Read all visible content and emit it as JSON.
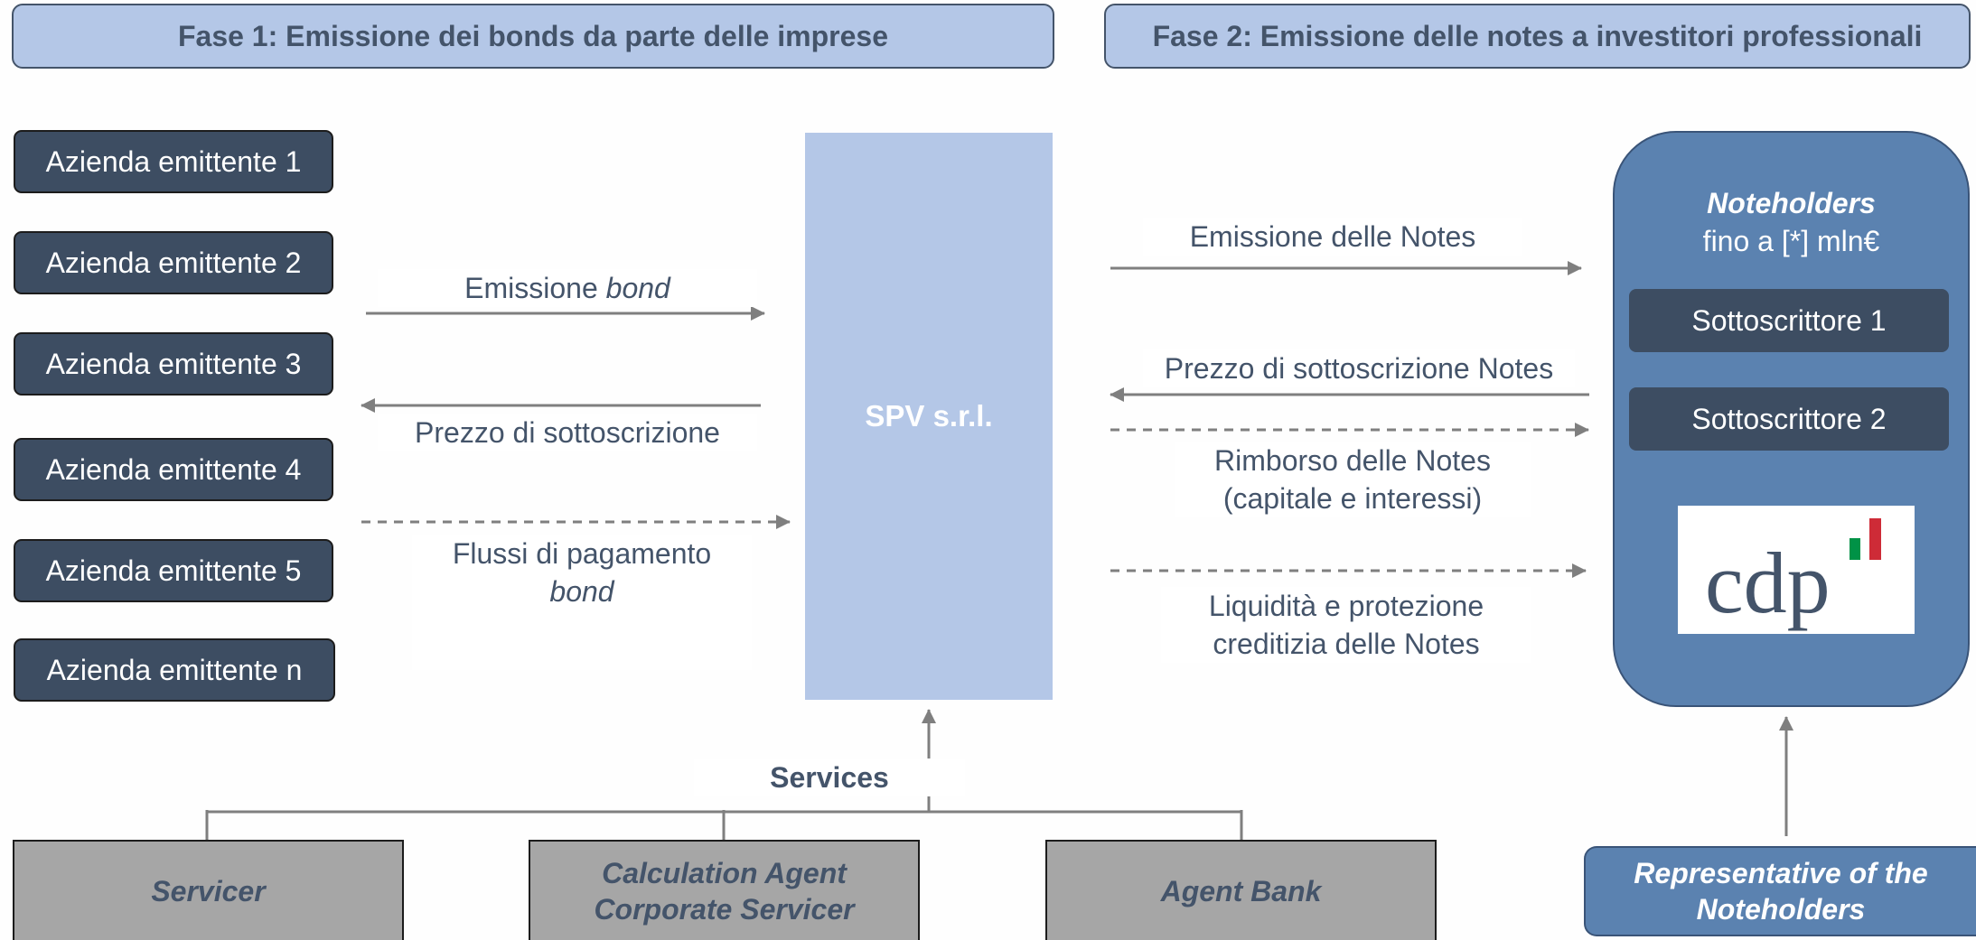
{
  "phases": {
    "phase1": "Fase 1: Emissione dei bonds da parte delle imprese",
    "phase2": "Fase 2: Emissione delle notes a investitori professionali"
  },
  "companies": [
    "Azienda emittente 1",
    "Azienda emittente 2",
    "Azienda emittente 3",
    "Azienda emittente 4",
    "Azienda emittente 5",
    "Azienda emittente n"
  ],
  "spv": "SPV s.r.l.",
  "left_flows": {
    "emissione_prefix": "Emissione ",
    "emissione_italic": "bond",
    "prezzo": "Prezzo di sottoscrizione",
    "flussi_line1": "Flussi di pagamento",
    "flussi_line2": "bond"
  },
  "right_flows": {
    "emissione_notes": "Emissione delle Notes",
    "prezzo_notes": "Prezzo di sottoscrizione Notes",
    "rimborso_line1": "Rimborso delle Notes",
    "rimborso_line2": "(capitale e interessi)",
    "liquidita_line1": "Liquidità e protezione",
    "liquidita_line2": "creditizia delle Notes"
  },
  "noteholders": {
    "title": "Noteholders",
    "subtitle": "fino a [*] mln€",
    "subscribers": [
      "Sottoscrittore 1",
      "Sottoscrittore 2"
    ],
    "logo_text": "cdp"
  },
  "services": {
    "label": "Services",
    "servicer": "Servicer",
    "calc_line1": "Calculation Agent",
    "calc_line2": "Corporate Servicer",
    "agent_bank": "Agent Bank"
  },
  "representative": {
    "line1": "Representative of the",
    "line2": "Noteholders"
  },
  "colors": {
    "light_blue": "#b4c7e7",
    "dark_slate": "#3d4d62",
    "mid_blue": "#5b82b0",
    "grey_box": "#a6a6a6",
    "text_slate": "#44546a",
    "arrow_grey": "#7f7f7f",
    "italy_green": "#009246",
    "italy_red": "#ce2b37"
  }
}
